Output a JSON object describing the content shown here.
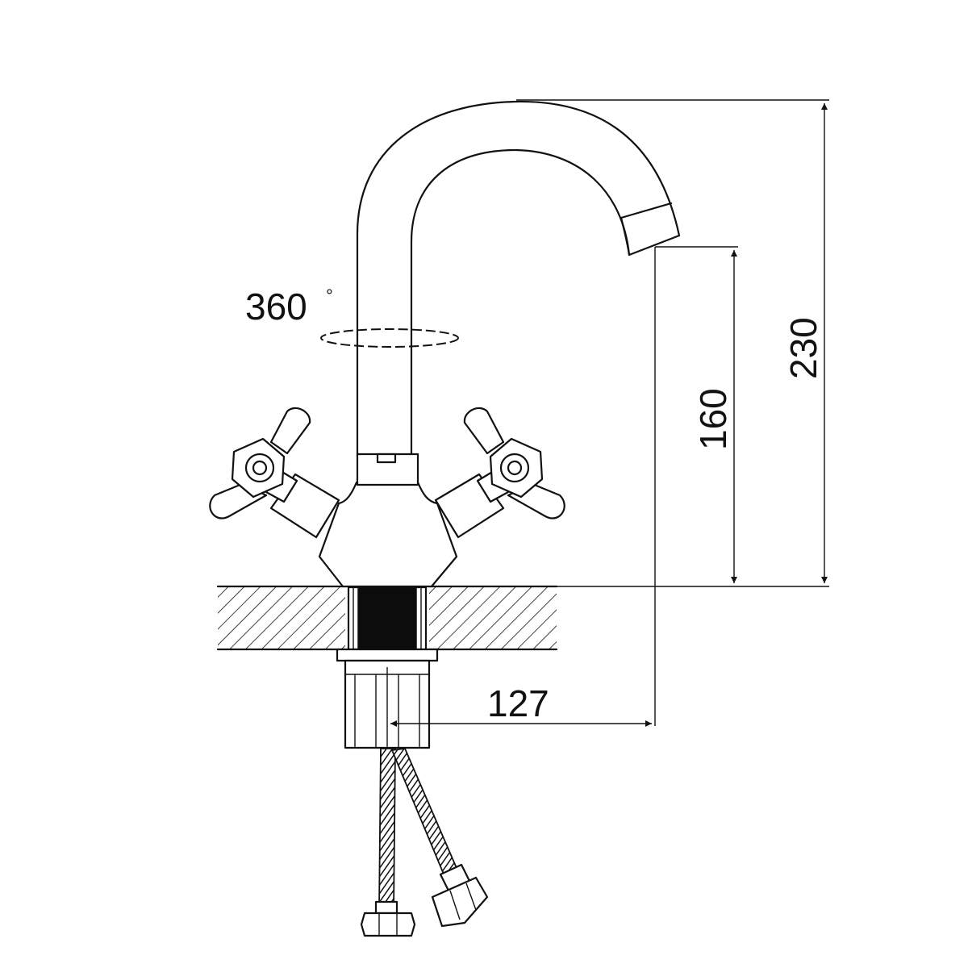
{
  "title": "",
  "dimensions": {
    "rotation": "360",
    "degree_mark": "°",
    "total_height": "230",
    "spout_height": "160",
    "spout_reach": "127"
  },
  "colors": {
    "line": "#111111",
    "fill": "#ffffff",
    "dark": "#0c0c0c"
  }
}
